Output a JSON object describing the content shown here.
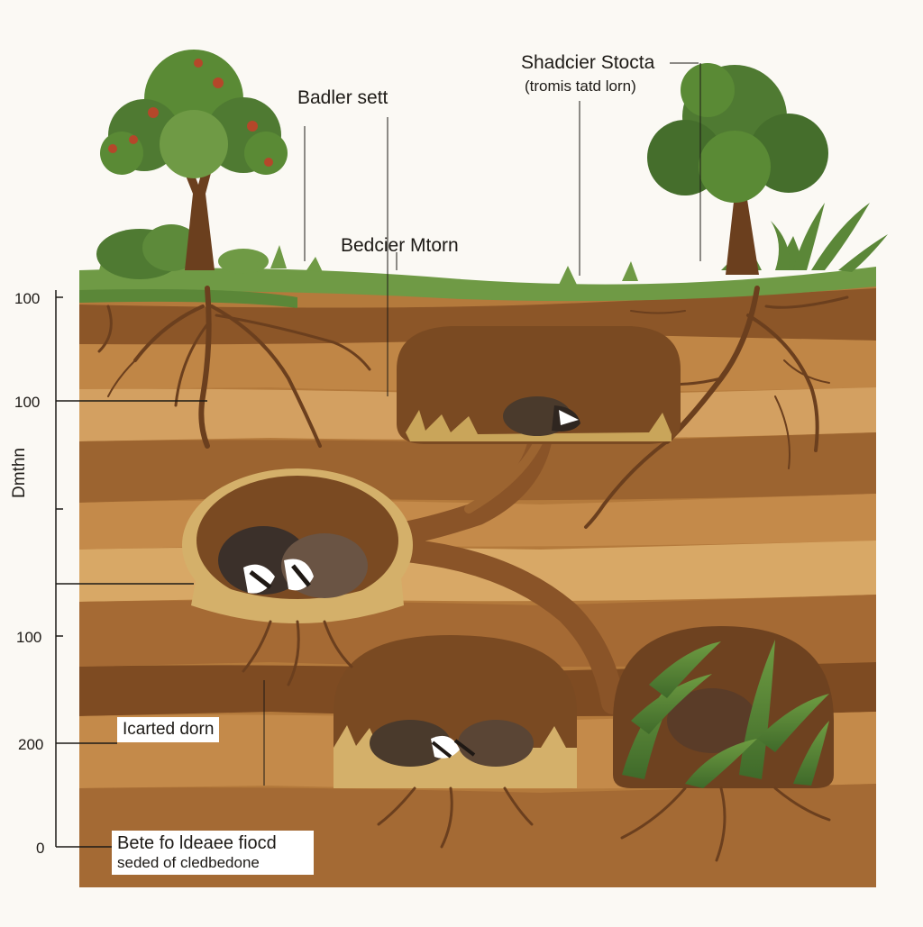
{
  "labels": {
    "top_mid": "Badler sett",
    "top_right_1": "Shadcier Stocta",
    "top_right_2": "(tromis tatd lorn)",
    "mid_mid": "Bedcier Mtorn",
    "box_mid": "Icarted dorn",
    "box_bottom_1": "Bete fo ldeaee fiocd",
    "box_bottom_2": "seded of cledbedone"
  },
  "axis": {
    "title": "Dmthn",
    "ticks": [
      "100",
      "100",
      "100",
      "200",
      "0"
    ]
  },
  "colors": {
    "soil_dark": "#8a5a2b",
    "soil_mid": "#a8713a",
    "soil_light": "#c9924f",
    "chamber": "#7a4a22",
    "grass": "#6f9a45",
    "foliage": "#4f7a32",
    "root": "#6b3f1e",
    "badger_body": "#4a3a2c"
  }
}
